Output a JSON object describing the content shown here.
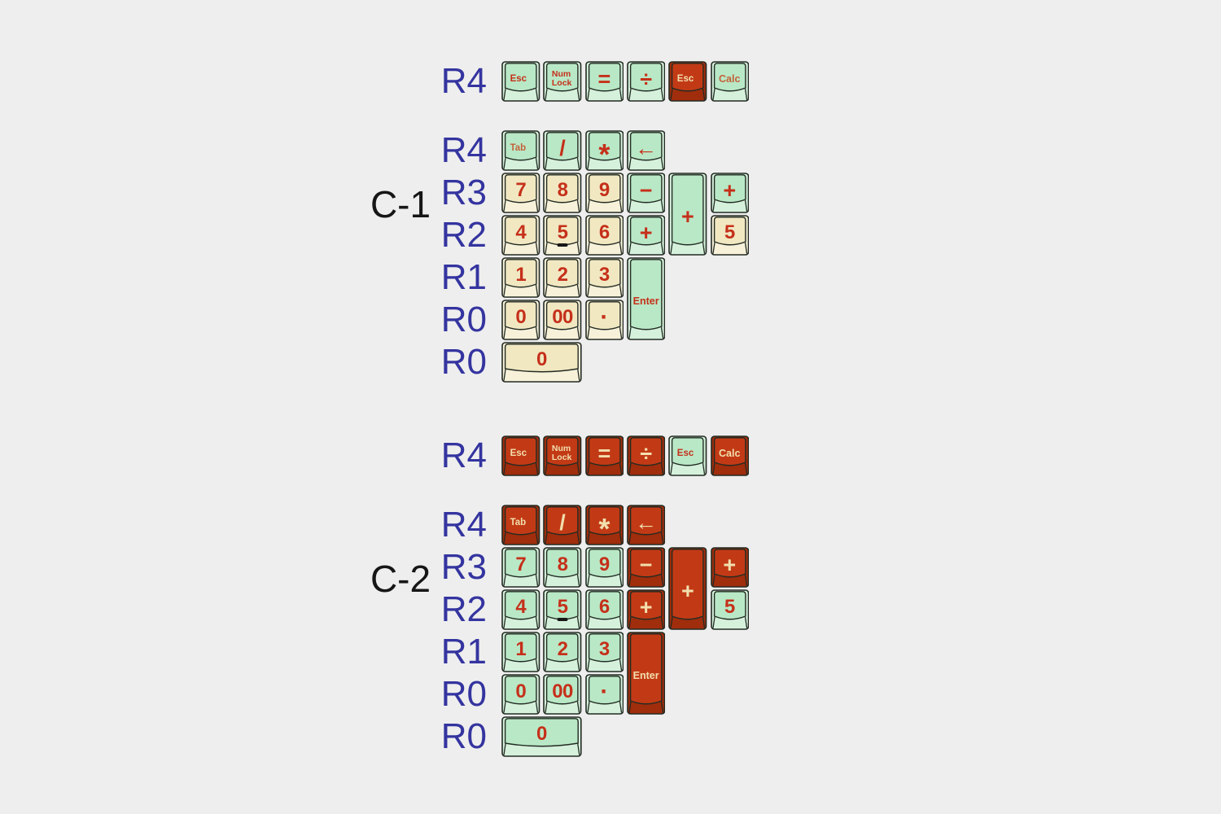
{
  "colors": {
    "background": "#eeeeee",
    "outline": "#232b23",
    "mint_face": "#b9e8c6",
    "mint_skirt": "#d5f1dc",
    "cream_face": "#f1e8c2",
    "cream_skirt": "#f7f1d9",
    "red_face": "#c23a15",
    "red_skirt": "#a02d0c",
    "legend_red": "#c5301a",
    "legend_cream": "#f2dfae",
    "legend_tan": "#c4623a",
    "homing_bar": "#161616",
    "row_label_blue": "#3434a0",
    "cluster_label_black": "#161616"
  },
  "clusters": [
    {
      "id": "c1",
      "label": "C-1",
      "row_labels": [
        {
          "row": 0,
          "text": "R4"
        },
        {
          "row": 1,
          "text": "R4"
        },
        {
          "row": 2,
          "text": "R3"
        },
        {
          "row": 3,
          "text": "R2"
        },
        {
          "row": 4,
          "text": "R1"
        },
        {
          "row": 5,
          "text": "R0"
        },
        {
          "row": 6,
          "text": "R0"
        }
      ],
      "keys": [
        {
          "row": 0,
          "col": 0,
          "w": 1,
          "h": 1,
          "color": "mint",
          "legend": "Esc",
          "legend_color": "red",
          "style": "text"
        },
        {
          "row": 0,
          "col": 1,
          "w": 1,
          "h": 1,
          "color": "mint",
          "legend": "Num\nLock",
          "legend_color": "red",
          "style": "text2"
        },
        {
          "row": 0,
          "col": 2,
          "w": 1,
          "h": 1,
          "color": "mint",
          "legend": "=",
          "legend_color": "red",
          "style": "sym"
        },
        {
          "row": 0,
          "col": 3,
          "w": 1,
          "h": 1,
          "color": "mint",
          "legend": "÷",
          "legend_color": "red",
          "style": "sym"
        },
        {
          "row": 0,
          "col": 4,
          "w": 1,
          "h": 1,
          "color": "red",
          "legend": "Esc",
          "legend_color": "cream",
          "style": "text"
        },
        {
          "row": 0,
          "col": 5,
          "w": 1,
          "h": 1,
          "color": "mint",
          "legend": "Calc",
          "legend_color": "tan",
          "style": "textc"
        },
        {
          "row": 1,
          "col": 0,
          "w": 1,
          "h": 1,
          "color": "mint",
          "legend": "Tab",
          "legend_color": "tan",
          "style": "text"
        },
        {
          "row": 1,
          "col": 1,
          "w": 1,
          "h": 1,
          "color": "mint",
          "legend": "/",
          "legend_color": "red",
          "style": "sym"
        },
        {
          "row": 1,
          "col": 2,
          "w": 1,
          "h": 1,
          "color": "mint",
          "legend": "*",
          "legend_color": "red",
          "style": "ast"
        },
        {
          "row": 1,
          "col": 3,
          "w": 1,
          "h": 1,
          "color": "mint",
          "legend": "←",
          "legend_color": "red",
          "style": "sym"
        },
        {
          "row": 2,
          "col": 0,
          "w": 1,
          "h": 1,
          "color": "cream",
          "legend": "7",
          "legend_color": "red",
          "style": "num"
        },
        {
          "row": 2,
          "col": 1,
          "w": 1,
          "h": 1,
          "color": "cream",
          "legend": "8",
          "legend_color": "red",
          "style": "num"
        },
        {
          "row": 2,
          "col": 2,
          "w": 1,
          "h": 1,
          "color": "cream",
          "legend": "9",
          "legend_color": "red",
          "style": "num"
        },
        {
          "row": 2,
          "col": 3,
          "w": 1,
          "h": 1,
          "color": "mint",
          "legend": "−",
          "legend_color": "red",
          "style": "sym"
        },
        {
          "row": 2,
          "col": 4,
          "w": 1,
          "h": 2,
          "color": "mint",
          "legend": "+",
          "legend_color": "red",
          "style": "sym"
        },
        {
          "row": 2,
          "col": 5,
          "w": 1,
          "h": 1,
          "color": "mint",
          "legend": "+",
          "legend_color": "red",
          "style": "sym"
        },
        {
          "row": 3,
          "col": 0,
          "w": 1,
          "h": 1,
          "color": "cream",
          "legend": "4",
          "legend_color": "red",
          "style": "num"
        },
        {
          "row": 3,
          "col": 1,
          "w": 1,
          "h": 1,
          "color": "cream",
          "legend": "5",
          "legend_color": "red",
          "style": "num",
          "homing": true
        },
        {
          "row": 3,
          "col": 2,
          "w": 1,
          "h": 1,
          "color": "cream",
          "legend": "6",
          "legend_color": "red",
          "style": "num"
        },
        {
          "row": 3,
          "col": 3,
          "w": 1,
          "h": 1,
          "color": "mint",
          "legend": "+",
          "legend_color": "red",
          "style": "sym"
        },
        {
          "row": 3,
          "col": 5,
          "w": 1,
          "h": 1,
          "color": "cream",
          "legend": "5",
          "legend_color": "red",
          "style": "num"
        },
        {
          "row": 4,
          "col": 0,
          "w": 1,
          "h": 1,
          "color": "cream",
          "legend": "1",
          "legend_color": "red",
          "style": "num"
        },
        {
          "row": 4,
          "col": 1,
          "w": 1,
          "h": 1,
          "color": "cream",
          "legend": "2",
          "legend_color": "red",
          "style": "num"
        },
        {
          "row": 4,
          "col": 2,
          "w": 1,
          "h": 1,
          "color": "cream",
          "legend": "3",
          "legend_color": "red",
          "style": "num"
        },
        {
          "row": 4,
          "col": 3,
          "w": 1,
          "h": 2,
          "color": "mint",
          "legend": "Enter",
          "legend_color": "red",
          "style": "textc"
        },
        {
          "row": 5,
          "col": 0,
          "w": 1,
          "h": 1,
          "color": "cream",
          "legend": "0",
          "legend_color": "red",
          "style": "num"
        },
        {
          "row": 5,
          "col": 1,
          "w": 1,
          "h": 1,
          "color": "cream",
          "legend": "00",
          "legend_color": "red",
          "style": "num"
        },
        {
          "row": 5,
          "col": 2,
          "w": 1,
          "h": 1,
          "color": "cream",
          "legend": "·",
          "legend_color": "red",
          "style": "dot"
        },
        {
          "row": 6,
          "col": 0,
          "w": 2,
          "h": 1,
          "color": "cream",
          "legend": "0",
          "legend_color": "red",
          "style": "num"
        }
      ]
    },
    {
      "id": "c2",
      "label": "C-2",
      "row_labels": [
        {
          "row": 0,
          "text": "R4"
        },
        {
          "row": 1,
          "text": "R4"
        },
        {
          "row": 2,
          "text": "R3"
        },
        {
          "row": 3,
          "text": "R2"
        },
        {
          "row": 4,
          "text": "R1"
        },
        {
          "row": 5,
          "text": "R0"
        },
        {
          "row": 6,
          "text": "R0"
        }
      ],
      "keys": [
        {
          "row": 0,
          "col": 0,
          "w": 1,
          "h": 1,
          "color": "red",
          "legend": "Esc",
          "legend_color": "cream",
          "style": "text"
        },
        {
          "row": 0,
          "col": 1,
          "w": 1,
          "h": 1,
          "color": "red",
          "legend": "Num\nLock",
          "legend_color": "cream",
          "style": "text2"
        },
        {
          "row": 0,
          "col": 2,
          "w": 1,
          "h": 1,
          "color": "red",
          "legend": "=",
          "legend_color": "cream",
          "style": "sym"
        },
        {
          "row": 0,
          "col": 3,
          "w": 1,
          "h": 1,
          "color": "red",
          "legend": "÷",
          "legend_color": "cream",
          "style": "sym"
        },
        {
          "row": 0,
          "col": 4,
          "w": 1,
          "h": 1,
          "color": "mint",
          "legend": "Esc",
          "legend_color": "red",
          "style": "text"
        },
        {
          "row": 0,
          "col": 5,
          "w": 1,
          "h": 1,
          "color": "red",
          "legend": "Calc",
          "legend_color": "cream",
          "style": "textc"
        },
        {
          "row": 1,
          "col": 0,
          "w": 1,
          "h": 1,
          "color": "red",
          "legend": "Tab",
          "legend_color": "cream",
          "style": "text"
        },
        {
          "row": 1,
          "col": 1,
          "w": 1,
          "h": 1,
          "color": "red",
          "legend": "/",
          "legend_color": "cream",
          "style": "sym"
        },
        {
          "row": 1,
          "col": 2,
          "w": 1,
          "h": 1,
          "color": "red",
          "legend": "*",
          "legend_color": "cream",
          "style": "ast"
        },
        {
          "row": 1,
          "col": 3,
          "w": 1,
          "h": 1,
          "color": "red",
          "legend": "←",
          "legend_color": "cream",
          "style": "sym"
        },
        {
          "row": 2,
          "col": 0,
          "w": 1,
          "h": 1,
          "color": "mint",
          "legend": "7",
          "legend_color": "red",
          "style": "num"
        },
        {
          "row": 2,
          "col": 1,
          "w": 1,
          "h": 1,
          "color": "mint",
          "legend": "8",
          "legend_color": "red",
          "style": "num"
        },
        {
          "row": 2,
          "col": 2,
          "w": 1,
          "h": 1,
          "color": "mint",
          "legend": "9",
          "legend_color": "red",
          "style": "num"
        },
        {
          "row": 2,
          "col": 3,
          "w": 1,
          "h": 1,
          "color": "red",
          "legend": "−",
          "legend_color": "cream",
          "style": "sym"
        },
        {
          "row": 2,
          "col": 4,
          "w": 1,
          "h": 2,
          "color": "red",
          "legend": "+",
          "legend_color": "cream",
          "style": "sym"
        },
        {
          "row": 2,
          "col": 5,
          "w": 1,
          "h": 1,
          "color": "red",
          "legend": "+",
          "legend_color": "cream",
          "style": "sym"
        },
        {
          "row": 3,
          "col": 0,
          "w": 1,
          "h": 1,
          "color": "mint",
          "legend": "4",
          "legend_color": "red",
          "style": "num"
        },
        {
          "row": 3,
          "col": 1,
          "w": 1,
          "h": 1,
          "color": "mint",
          "legend": "5",
          "legend_color": "red",
          "style": "num",
          "homing": true
        },
        {
          "row": 3,
          "col": 2,
          "w": 1,
          "h": 1,
          "color": "mint",
          "legend": "6",
          "legend_color": "red",
          "style": "num"
        },
        {
          "row": 3,
          "col": 3,
          "w": 1,
          "h": 1,
          "color": "red",
          "legend": "+",
          "legend_color": "cream",
          "style": "sym"
        },
        {
          "row": 3,
          "col": 5,
          "w": 1,
          "h": 1,
          "color": "mint",
          "legend": "5",
          "legend_color": "red",
          "style": "num"
        },
        {
          "row": 4,
          "col": 0,
          "w": 1,
          "h": 1,
          "color": "mint",
          "legend": "1",
          "legend_color": "red",
          "style": "num"
        },
        {
          "row": 4,
          "col": 1,
          "w": 1,
          "h": 1,
          "color": "mint",
          "legend": "2",
          "legend_color": "red",
          "style": "num"
        },
        {
          "row": 4,
          "col": 2,
          "w": 1,
          "h": 1,
          "color": "mint",
          "legend": "3",
          "legend_color": "red",
          "style": "num"
        },
        {
          "row": 4,
          "col": 3,
          "w": 1,
          "h": 2,
          "color": "red",
          "legend": "Enter",
          "legend_color": "cream",
          "style": "textc"
        },
        {
          "row": 5,
          "col": 0,
          "w": 1,
          "h": 1,
          "color": "mint",
          "legend": "0",
          "legend_color": "red",
          "style": "num"
        },
        {
          "row": 5,
          "col": 1,
          "w": 1,
          "h": 1,
          "color": "mint",
          "legend": "00",
          "legend_color": "red",
          "style": "num"
        },
        {
          "row": 5,
          "col": 2,
          "w": 1,
          "h": 1,
          "color": "mint",
          "legend": "·",
          "legend_color": "red",
          "style": "dot"
        },
        {
          "row": 6,
          "col": 0,
          "w": 2,
          "h": 1,
          "color": "mint",
          "legend": "0",
          "legend_color": "red",
          "style": "num"
        }
      ]
    }
  ]
}
